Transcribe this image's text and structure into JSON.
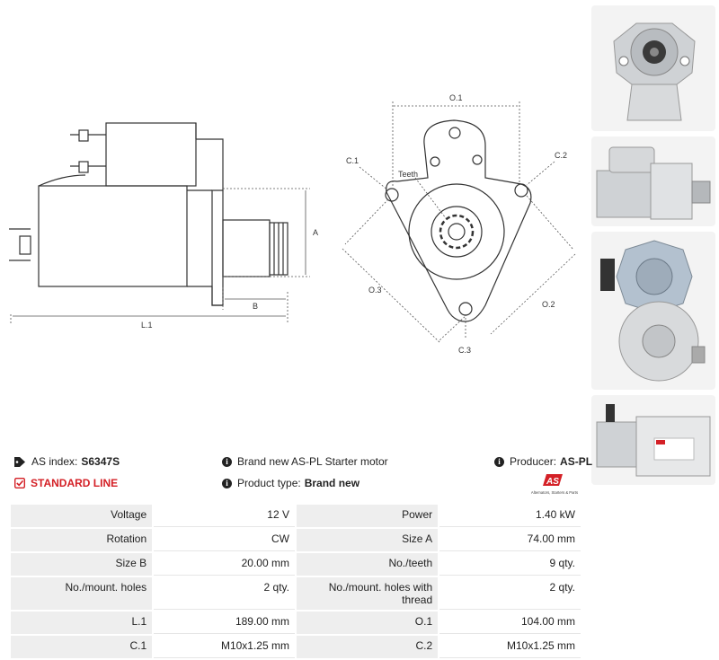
{
  "diagram": {
    "side": {
      "A": "A",
      "B": "B",
      "L1": "L.1"
    },
    "front": {
      "O1": "O.1",
      "O2": "O.2",
      "O3": "O.3",
      "C1": "C.1",
      "C2": "C.2",
      "C3": "C.3",
      "teeth": "Teeth"
    }
  },
  "photos": [
    "starter-front-view",
    "starter-side-view",
    "starter-top-view",
    "starter-label-view"
  ],
  "info": {
    "as_index_label": "AS index:",
    "as_index_value": "S6347S",
    "standard_line": "STANDARD LINE",
    "description": "Brand new AS-PL Starter motor",
    "product_type_label": "Product type:",
    "product_type_value": "Brand new",
    "producer_label": "Producer:",
    "producer_value": "AS-PL",
    "logo_mark": "AS",
    "logo_tagline": "Alternators, Starters & Parts"
  },
  "specs": [
    [
      "Voltage",
      "12 V",
      "Power",
      "1.40 kW"
    ],
    [
      "Rotation",
      "CW",
      "Size A",
      "74.00 mm"
    ],
    [
      "Size B",
      "20.00 mm",
      "No./teeth",
      "9 qty."
    ],
    [
      "No./mount. holes",
      "2 qty.",
      "No./mount. holes with thread",
      "2 qty."
    ],
    [
      "L.1",
      "189.00 mm",
      "O.1",
      "104.00 mm"
    ],
    [
      "C.1",
      "M10x1.25 mm",
      "C.2",
      "M10x1.25 mm"
    ]
  ],
  "colors": {
    "accent": "#d42026",
    "key_bg": "#eeeeee"
  }
}
